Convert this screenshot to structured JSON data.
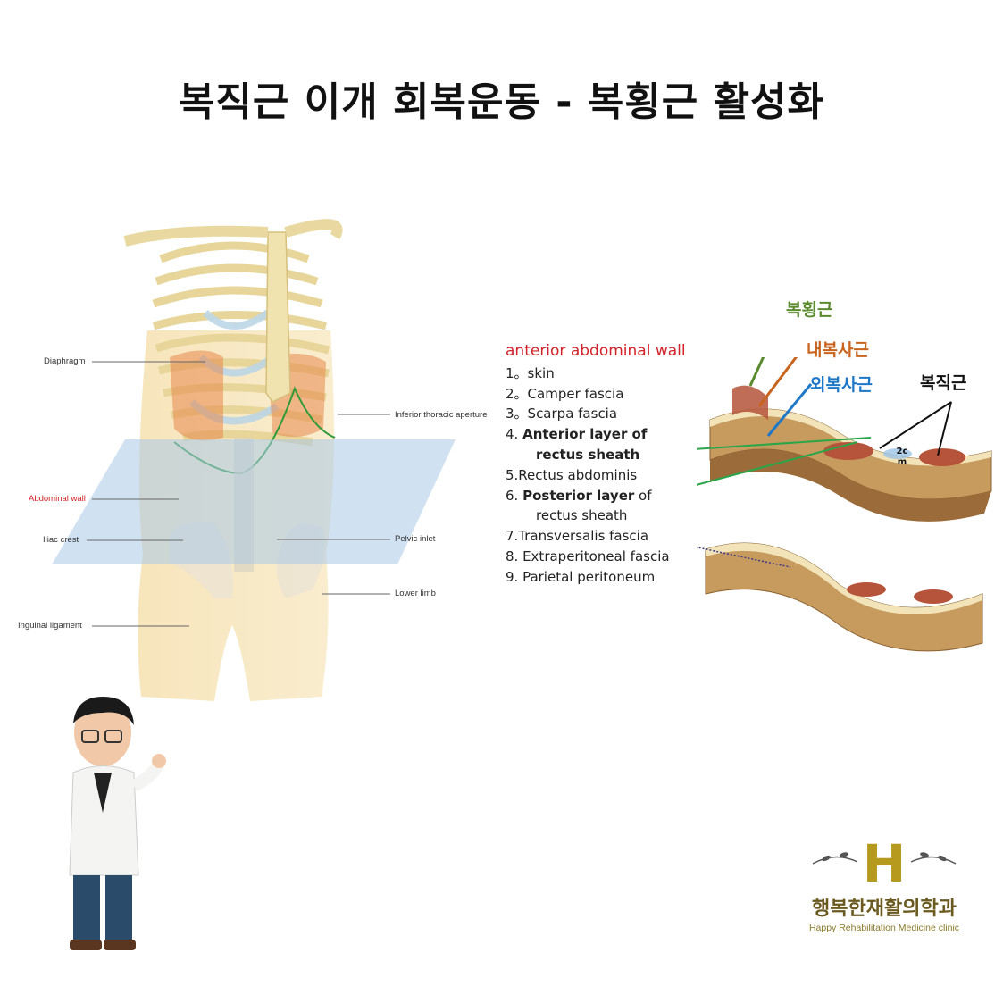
{
  "title": "복직근 이개 회복운동 - 복횡근 활성화",
  "anatomy_labels": {
    "diaphragm": "Diaphragm",
    "inferior_thoracic_aperture": "Inferior thoracic aperture",
    "abdominal_wall": "Abdominal wall",
    "iliac_crest": "Iliac crest",
    "pelvic_inlet": "Pelvic inlet",
    "lower_limb": "Lower limb",
    "inguinal_ligament": "Inguinal ligament"
  },
  "layer_list": {
    "heading": "anterior abdominal wall",
    "item1": "1。skin",
    "item2": "2。Camper fascia",
    "item3": "3。Scarpa fascia",
    "item4_prefix": "4. ",
    "item4_bold": "Anterior layer of",
    "item4_cont": "rectus sheath",
    "item5": "5.Rectus abdominis",
    "item6_prefix": "6. ",
    "item6_bold": "Posterior layer",
    "item6_rest": " of",
    "item6_cont": "rectus sheath",
    "item7": "7.Transversalis fascia",
    "item8": "8. Extraperitoneal fascia",
    "item9": "9. Parietal peritoneum"
  },
  "muscle_tags": {
    "transversus": "복횡근",
    "internal_oblique": "내복사근",
    "external_oblique": "외복사근",
    "rectus": "복직근",
    "gap": "2c m"
  },
  "logo": {
    "letter": "H",
    "korean": "행복한재활의학과",
    "english": "Happy Rehabilitation Medicine clinic"
  },
  "colors": {
    "heading_red": "#d2232a",
    "tag_green": "#5a8a2e",
    "tag_orange": "#c8641e",
    "tag_blue": "#1e78c8",
    "logo_gold": "#b59a1e",
    "pointer_green": "#2aa64a"
  }
}
